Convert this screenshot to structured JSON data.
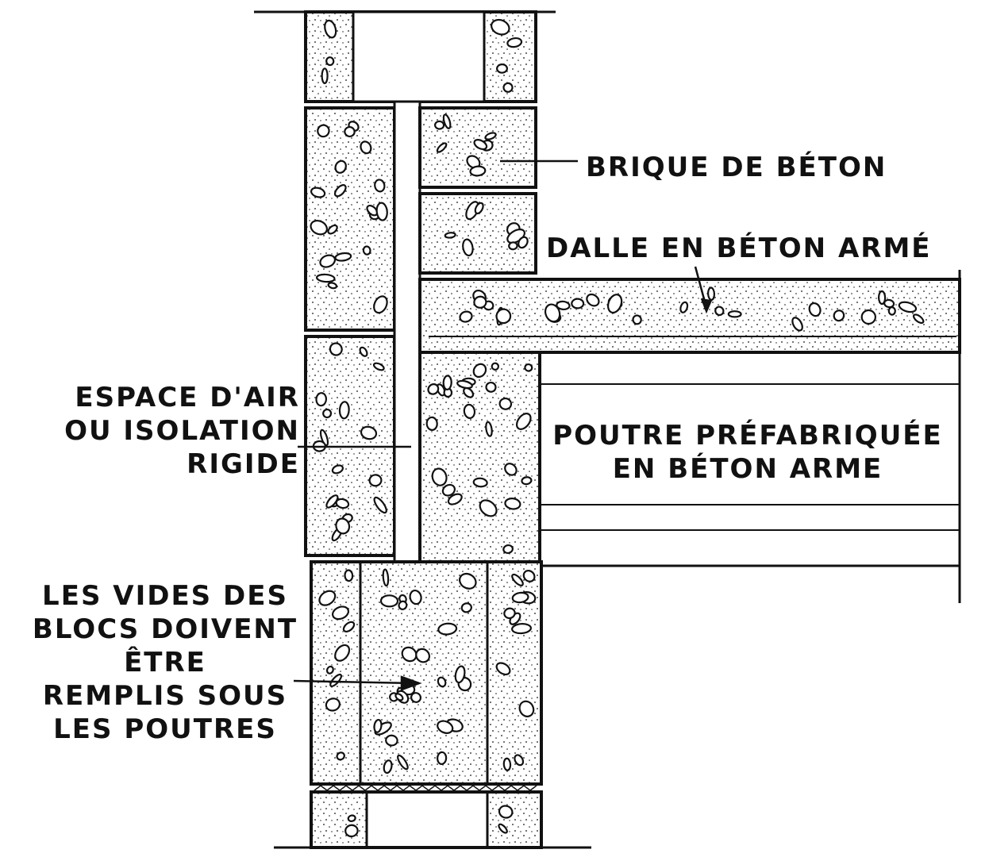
{
  "labels": {
    "brique": "BRIQUE DE BÉTON",
    "dalle": "DALLE EN BÉTON ARMÉ",
    "espace": [
      "ESPACE D'AIR",
      "OU ISOLATION",
      "RIGIDE"
    ],
    "poutre": [
      "POUTRE PRÉFABRIQUÉE",
      "EN BÉTON ARME"
    ],
    "vides": [
      "LES VIDES DES",
      "BLOCS DOIVENT",
      "ÊTRE",
      "REMPLIS SOUS",
      "LES POUTRES"
    ]
  },
  "colors": {
    "ink": "#111111",
    "fill": "#ffffff"
  },
  "icons": [
    "aggregate-pebble",
    "stipple-dot",
    "leader-arrow"
  ]
}
